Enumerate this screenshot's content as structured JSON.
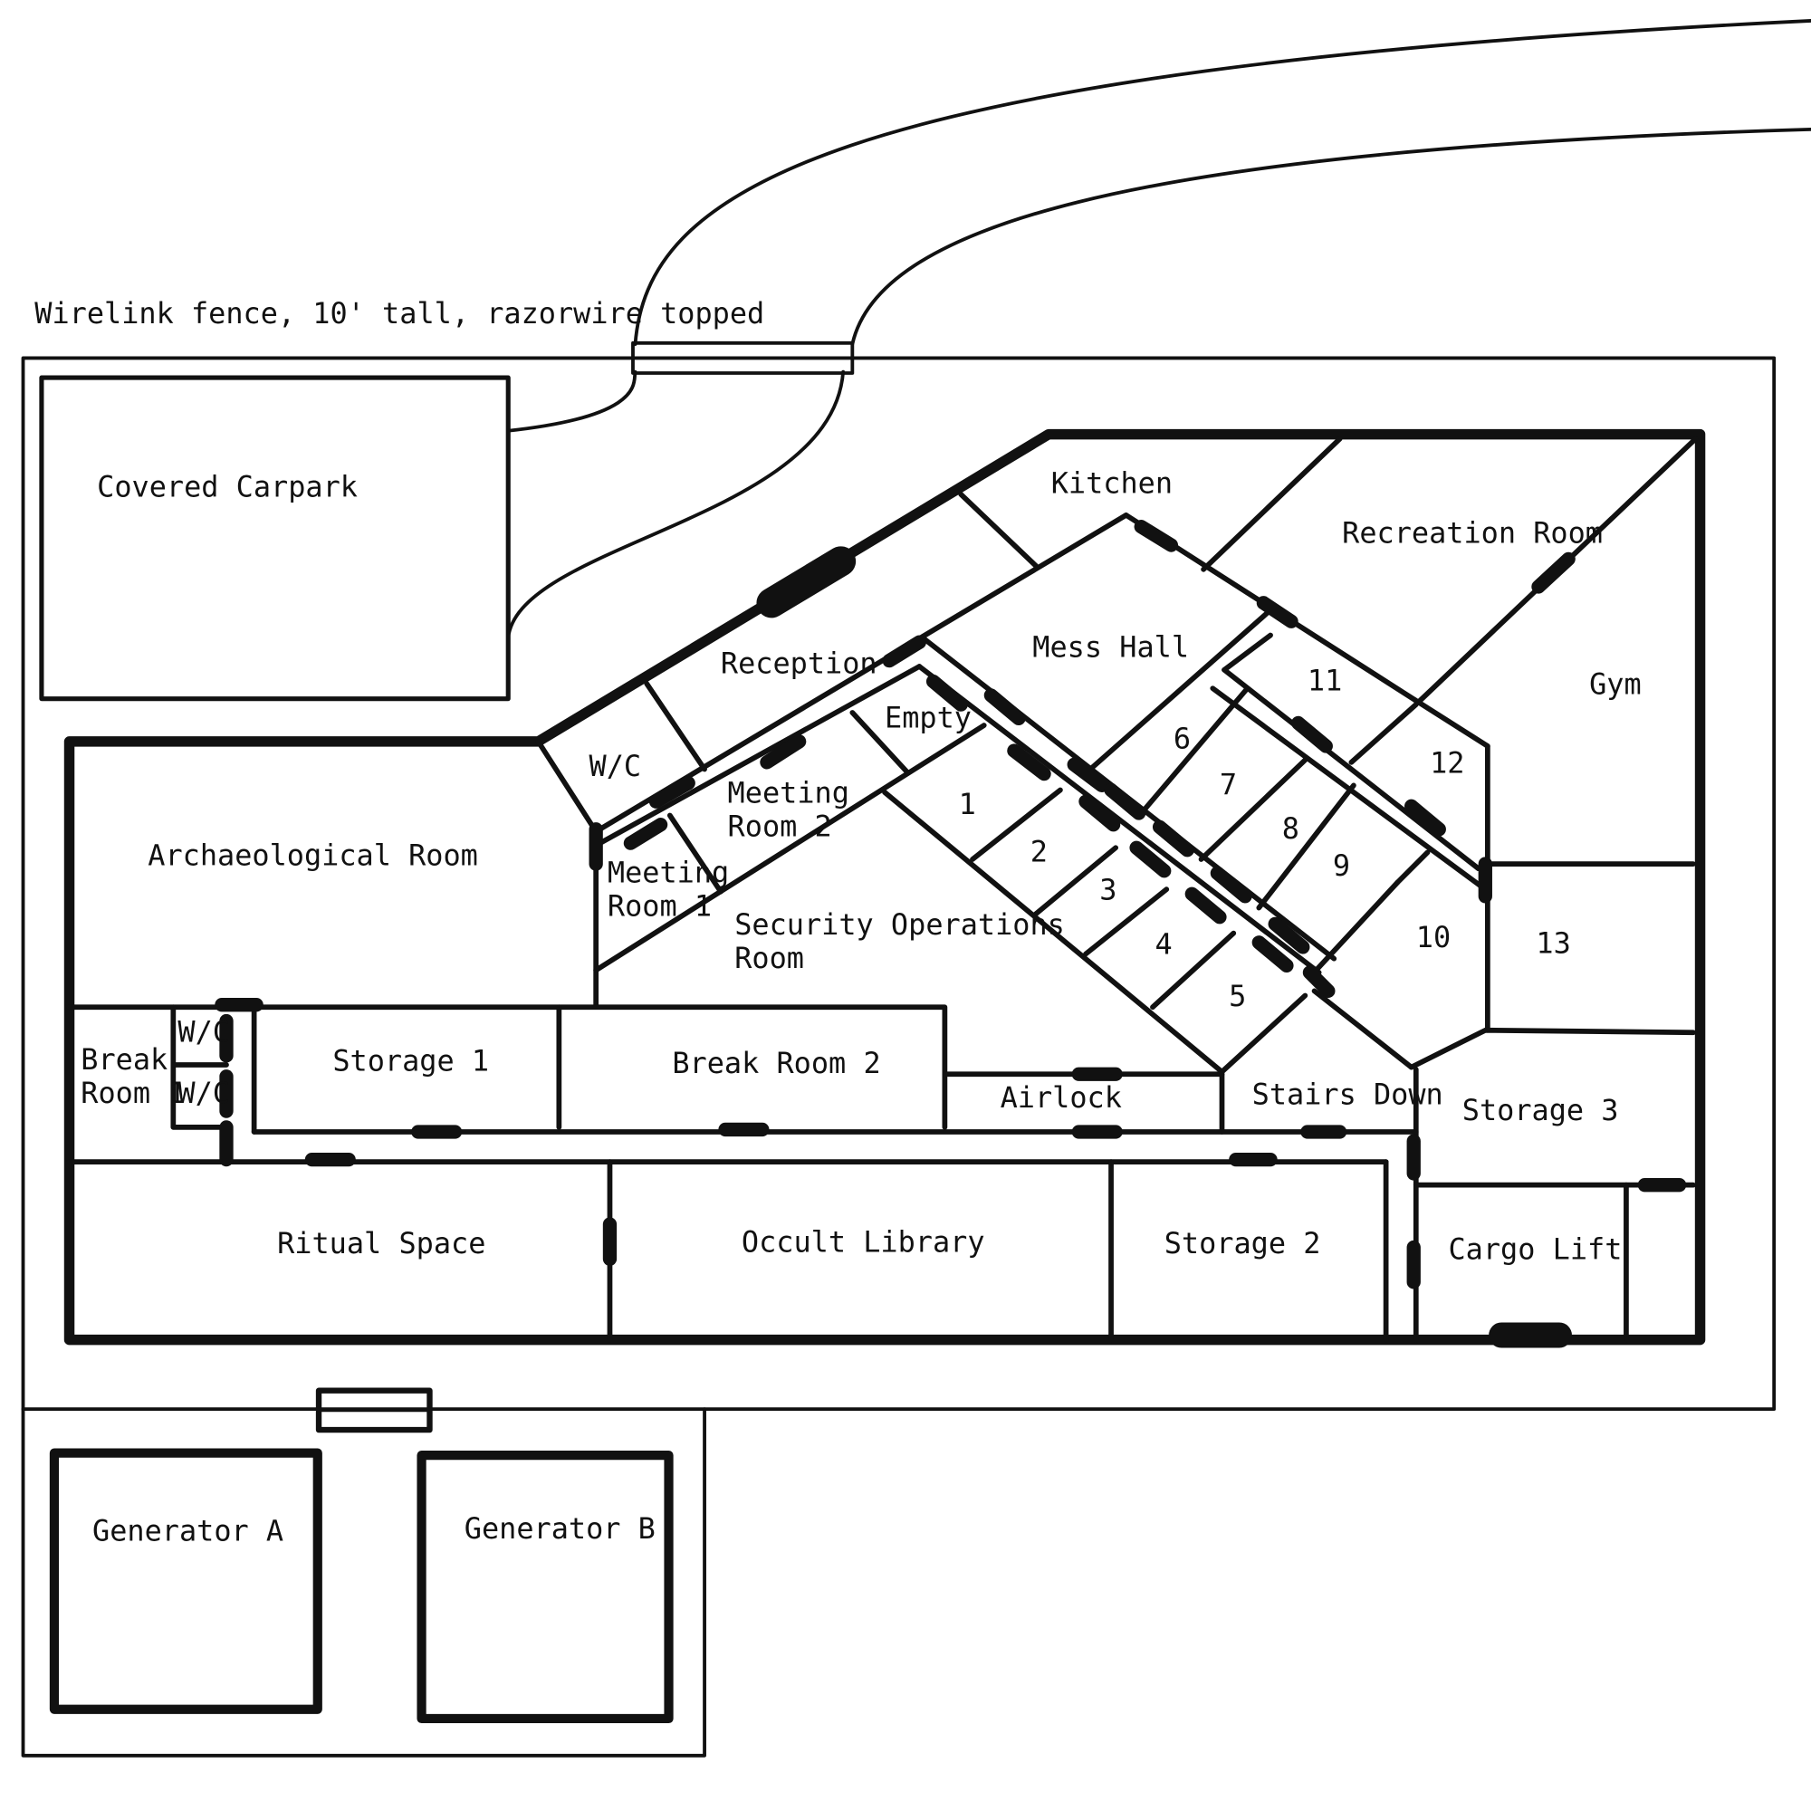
{
  "annotations": {
    "fence_note": "Wirelink fence, 10' tall, razorwire topped"
  },
  "rooms": {
    "covered_carpark": "Covered Carpark",
    "archaeological_room": "Archaeological Room",
    "reception": "Reception",
    "kitchen": "Kitchen",
    "recreation_room": "Recreation Room",
    "gym": "Gym",
    "mess_hall": "Mess Hall",
    "wc_main": "W/C",
    "empty": "Empty",
    "meeting_room_2": [
      "Meeting",
      "Room 2"
    ],
    "meeting_room_1": [
      "Meeting",
      "Room 1"
    ],
    "security_operations": [
      "Security Operations",
      "Room"
    ],
    "break_room_1": [
      "Break",
      "Room 1"
    ],
    "wc_upper": "W/C",
    "wc_lower": "W/C",
    "storage_1": "Storage 1",
    "break_room_2": "Break Room 2",
    "airlock": "Airlock",
    "stairs_down": "Stairs Down",
    "storage_3": "Storage 3",
    "ritual_space": "Ritual Space",
    "occult_library": "Occult Library",
    "storage_2": "Storage 2",
    "cargo_lift": "Cargo Lift",
    "generator_a": "Generator A",
    "generator_b": "Generator B"
  },
  "cells": {
    "c1": "1",
    "c2": "2",
    "c3": "3",
    "c4": "4",
    "c5": "5",
    "c6": "6",
    "c7": "7",
    "c8": "8",
    "c9": "9",
    "c10": "10",
    "c11": "11",
    "c12": "12",
    "c13": "13"
  },
  "colors": {
    "ink": "#111111",
    "paper": "#ffffff"
  }
}
